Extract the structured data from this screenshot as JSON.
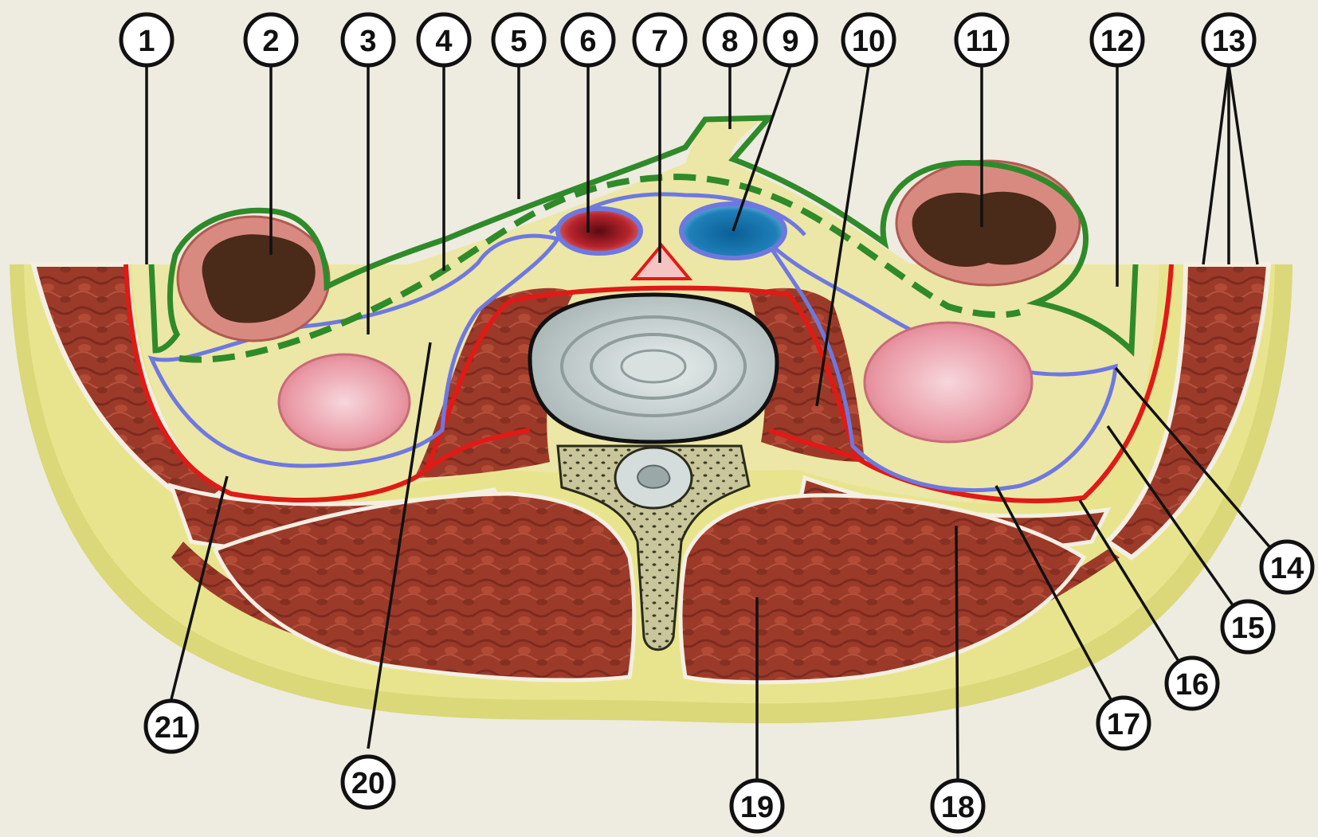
{
  "diagram": {
    "subject": "transverse-section-lumbar-retroperitoneum",
    "colors": {
      "background": "#eeebe0",
      "fat": "#ece7a6",
      "muscle": "#9c3a2a",
      "skin_fat_band": "#dad878",
      "peritoneum_line": "#2f8a2a",
      "renal_fascia_line": "#6e78e0",
      "transversalis_fascia_line": "#e01a16",
      "aorta": "#b8242c",
      "vena_cava": "#1f7fb8",
      "kidney": "#ea9aa6",
      "colon_wall": "#d98a80",
      "colon_content": "#4a2a18",
      "vertebral_disc": "#c9d2d2",
      "bone": "#c8c69a"
    }
  },
  "markers": [
    {
      "id": "marker-1",
      "label": "1"
    },
    {
      "id": "marker-2",
      "label": "2"
    },
    {
      "id": "marker-3",
      "label": "3"
    },
    {
      "id": "marker-4",
      "label": "4"
    },
    {
      "id": "marker-5",
      "label": "5"
    },
    {
      "id": "marker-6",
      "label": "6"
    },
    {
      "id": "marker-7",
      "label": "7"
    },
    {
      "id": "marker-8",
      "label": "8"
    },
    {
      "id": "marker-9",
      "label": "9"
    },
    {
      "id": "marker-10",
      "label": "10"
    },
    {
      "id": "marker-11",
      "label": "11"
    },
    {
      "id": "marker-12",
      "label": "12"
    },
    {
      "id": "marker-13",
      "label": "13"
    },
    {
      "id": "marker-14",
      "label": "14"
    },
    {
      "id": "marker-15",
      "label": "15"
    },
    {
      "id": "marker-16",
      "label": "16"
    },
    {
      "id": "marker-17",
      "label": "17"
    },
    {
      "id": "marker-18",
      "label": "18"
    },
    {
      "id": "marker-19",
      "label": "19"
    },
    {
      "id": "marker-20",
      "label": "20"
    },
    {
      "id": "marker-21",
      "label": "21"
    }
  ]
}
